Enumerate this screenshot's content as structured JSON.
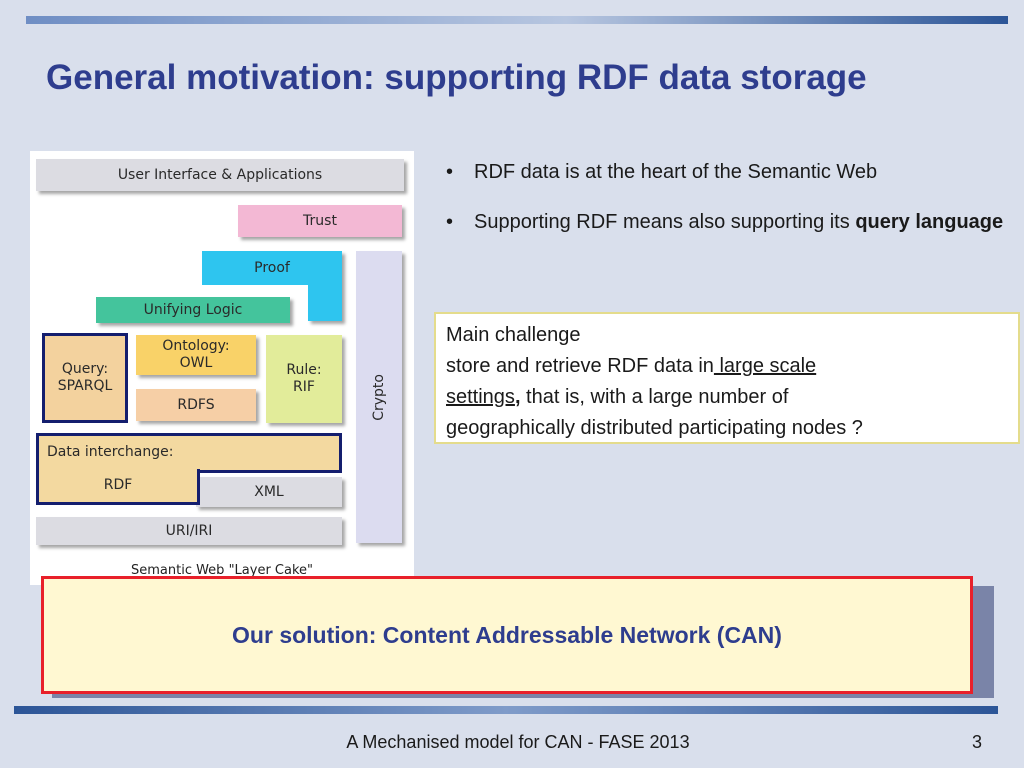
{
  "slide": {
    "title": "General motivation: supporting RDF data storage",
    "footer": "A Mechanised model for CAN - FASE 2013",
    "page_number": "3"
  },
  "layer_cake": {
    "caption": "Semantic Web \"Layer Cake\"",
    "layers": {
      "user_interface": "User Interface & Applications",
      "trust": "Trust",
      "proof": "Proof",
      "unifying_logic": "Unifying Logic",
      "query_line1": "Query:",
      "query_line2": "SPARQL",
      "ontology_line1": "Ontology:",
      "ontology_line2": "OWL",
      "rdfs": "RDFS",
      "rule_line1": "Rule:",
      "rule_line2": "RIF",
      "crypto": "Crypto",
      "data_interchange_line1": "Data interchange:",
      "data_interchange_line2": "RDF",
      "xml": "XML",
      "uri_iri": "URI/IRI"
    },
    "colors": {
      "grey": "#dcdce2",
      "trust": "#f3b8d4",
      "proof": "#2ec5ef",
      "unifying_logic": "#44c49c",
      "query": "#f3d29e",
      "ontology": "#f9d268",
      "rdfs": "#f6cfa6",
      "rule": "#e2ec9a",
      "crypto": "#dcdcf0",
      "data_interchange": "#f3d9a0",
      "highlight_border": "#141e6e"
    }
  },
  "bullets": {
    "item1": "RDF data is at the heart of the Semantic Web",
    "item2_text": "Supporting RDF means also supporting its ",
    "item2_bold": "query language",
    "marker": "•"
  },
  "challenge": {
    "heading": "Main challenge",
    "line2_prefix": "store and retrieve RDF data in",
    "underline_part1": " large scale",
    "underline_part2": "settings",
    "comma": ",",
    "rest_line3": " that is, with a large number of",
    "line4": "geographically distributed participating nodes ?"
  },
  "solution": {
    "text": "Our solution: Content Addressable Network (CAN)"
  }
}
